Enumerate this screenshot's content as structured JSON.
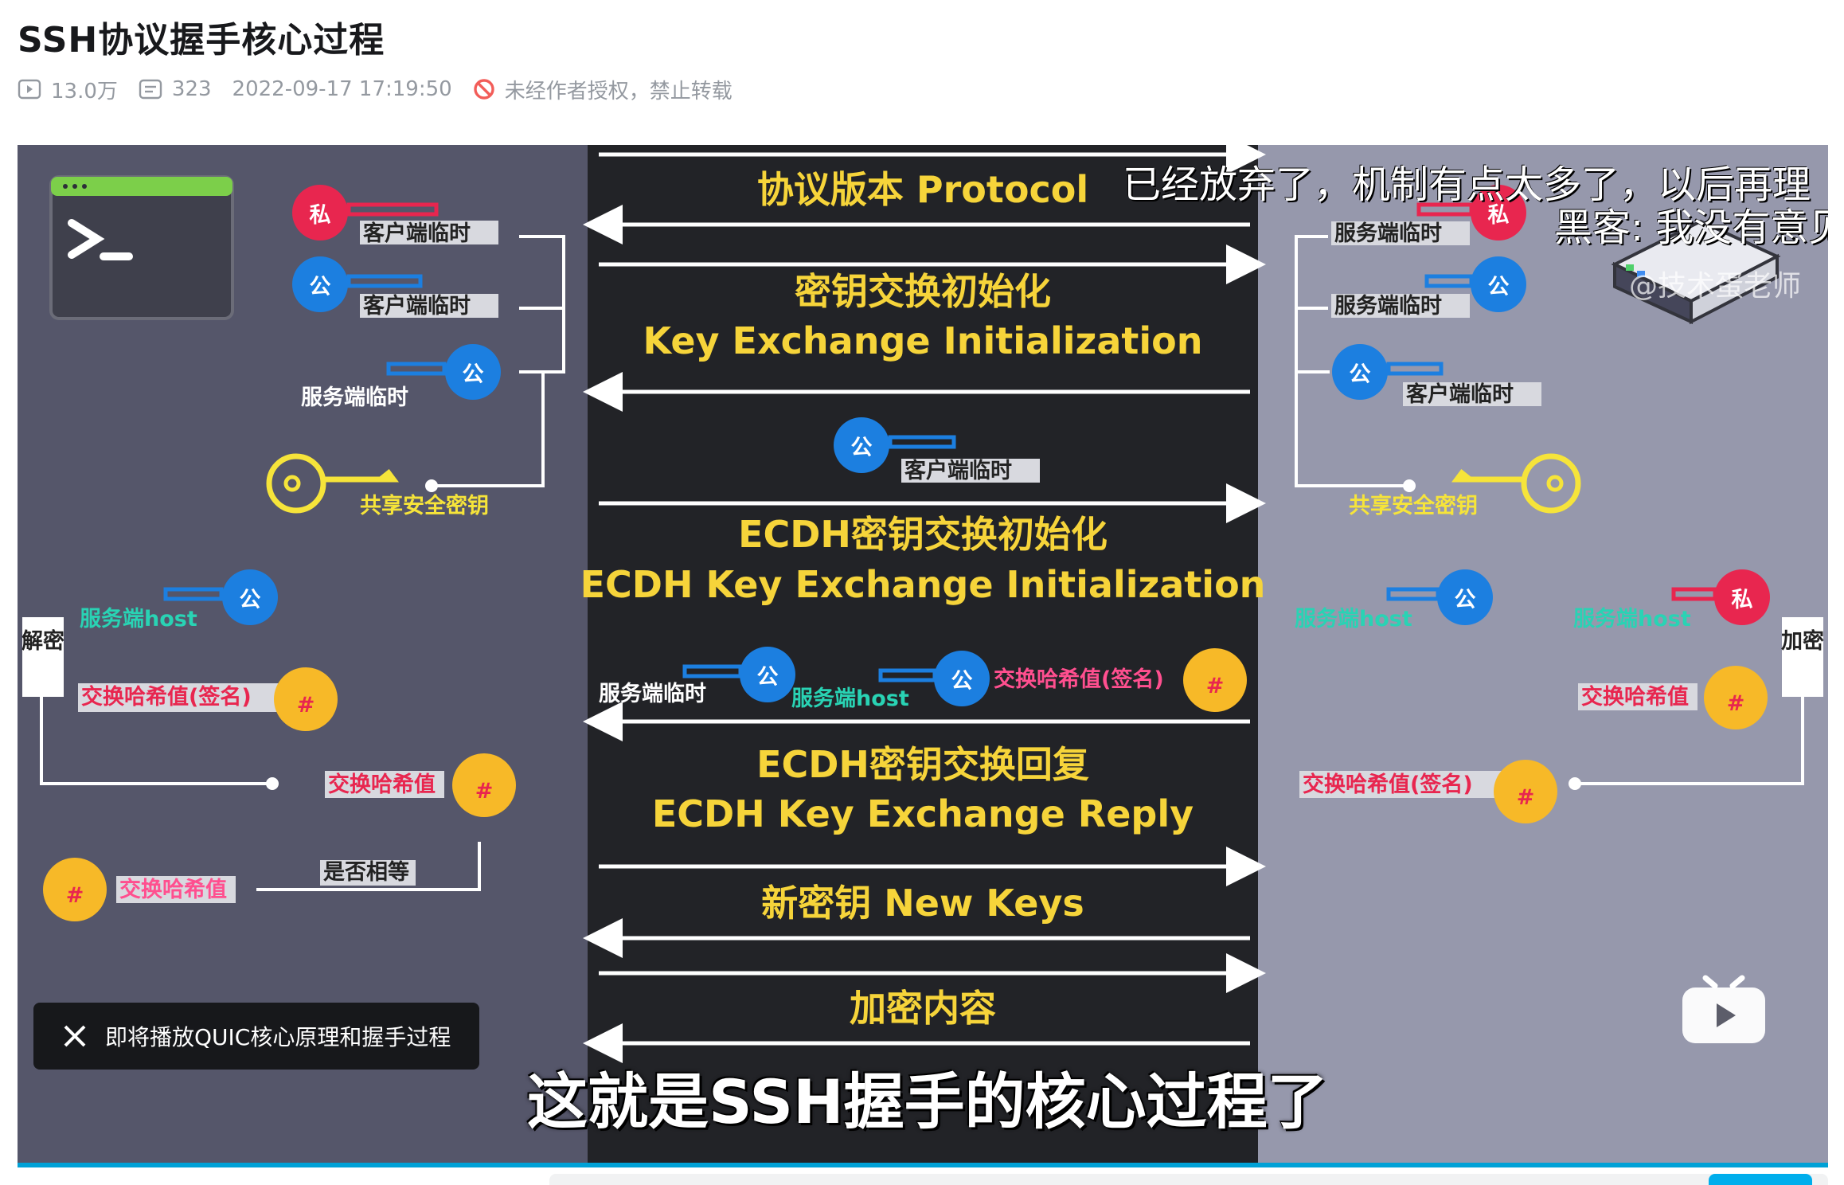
{
  "page": {
    "title": "SSH协议握手核心过程",
    "views": "13.0万",
    "comments": "323",
    "datetime": "2022-09-17 17:19:50",
    "notice": "未经作者授权，禁止转载"
  },
  "video": {
    "steps": [
      {
        "cn": "协议版本 Protocol",
        "en": ""
      },
      {
        "cn": "密钥交换初始化",
        "en": "Key Exchange Initialization"
      },
      {
        "cn": "ECDH密钥交换初始化",
        "en": "ECDH Key Exchange Initialization"
      },
      {
        "cn": "ECDH密钥交换回复",
        "en": "ECDH Key Exchange Reply"
      },
      {
        "cn": "新密钥 New Keys",
        "en": ""
      },
      {
        "cn": "加密内容",
        "en": ""
      }
    ],
    "labels": {
      "client_temp": "客户端临时",
      "server_temp": "服务端临时",
      "shared_key": "共享安全密钥",
      "server_host": "服务端host",
      "hash_sig": "交换哈希值(签名)",
      "hash": "交换哈希值",
      "equal": "是否相等",
      "decrypt": "解密",
      "encrypt": "加密",
      "priv": "私",
      "pub": "公",
      "hash_sym": "#"
    },
    "subtitle": "这就是SSH握手的核心过程了",
    "danmaku": [
      "已经放弃了，机制有点太多了，以后再理",
      "黑客: 我没有意见"
    ],
    "watermark": "@技术蛋老师",
    "next_toast": "即将播放QUIC核心原理和握手过程"
  },
  "colors": {
    "accent": "#00a1d6",
    "yellow": "#f6d43a",
    "pub_blue": "#1c7fe0",
    "priv_red": "#e8264f",
    "hash_orange": "#f7b928",
    "label_cyan": "#29d3b4",
    "label_pink": "#ff4f8f"
  }
}
